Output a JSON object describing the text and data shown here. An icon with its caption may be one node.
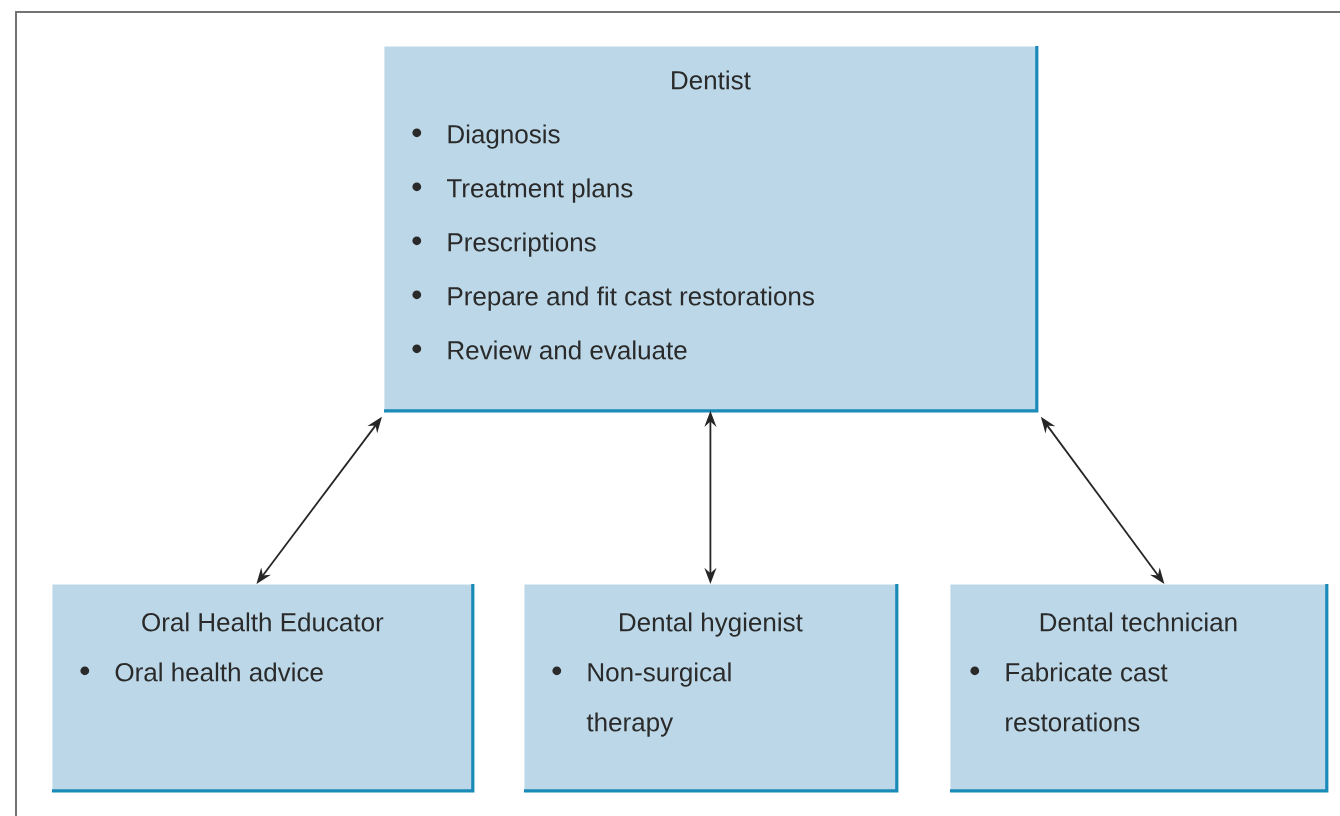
{
  "diagram": {
    "nodes": [
      {
        "text": [
          "Dentist",
          "Diagnosis",
          "Treatment plans",
          "Prescriptions",
          "Prepare and fit cast restorations",
          "Review and evaluate"
        ]
      },
      {
        "text": [
          "Oral Health Educator",
          "Oral health advice"
        ]
      },
      {
        "text": [
          "Dental hygienist",
          "Non-surgical therapy"
        ]
      },
      {
        "text": [
          "Dental technician",
          "Fabricate cast restorations"
        ]
      }
    ],
    "edges": [
      {
        "from": 0,
        "to": 1,
        "arrow": "both"
      },
      {
        "from": 0,
        "to": 2,
        "arrow": "both"
      },
      {
        "from": 0,
        "to": 3,
        "arrow": "both"
      }
    ]
  }
}
